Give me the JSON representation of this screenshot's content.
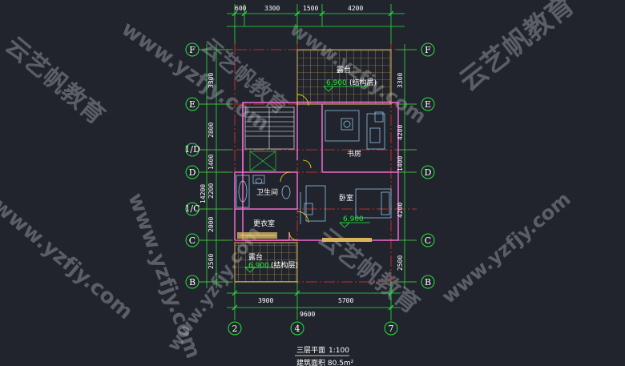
{
  "plan": {
    "dims_top": [
      "600",
      "3300",
      "1500",
      "4200"
    ],
    "dims_bottom": [
      "3900",
      "5700"
    ],
    "dim_total": "9600",
    "dims_left_outer": [
      "3300",
      "2800",
      "1400",
      "2200",
      "2000",
      "2500"
    ],
    "dim_left_sub": "14200",
    "dims_right_outer": [
      "3300",
      "4200",
      "1400",
      "4200",
      "2500"
    ],
    "axes_rows": [
      "F",
      "E",
      "1/D",
      "D",
      "1/C",
      "C",
      "B"
    ],
    "axes_cols": [
      "2",
      "4",
      "7"
    ]
  },
  "rooms": {
    "terrace_top": "露台",
    "terrace_top_elev": "6.900",
    "terrace_top_note": "(结构层)",
    "study": "书房",
    "bathroom": "卫生间",
    "bedroom": "卧室",
    "bedroom_elev": "6.900",
    "dressing": "更衣室",
    "terrace_bottom": "露台",
    "terrace_bottom_elev": "6.900",
    "terrace_bottom_note": "(结构层)"
  },
  "title_block": {
    "name": "三层平面",
    "scale": "1:100",
    "area_label": "建筑面积 80.5m²"
  },
  "watermarks": [
    "www.yzfjy.com",
    "云艺帆教育"
  ],
  "colors": {
    "bg": "#21242d",
    "grid": "#27e53b",
    "wall": "#f06bd0",
    "terrace": "#d9b45c",
    "red_axis": "#e8332a",
    "furniture": "#9fd7ff"
  }
}
